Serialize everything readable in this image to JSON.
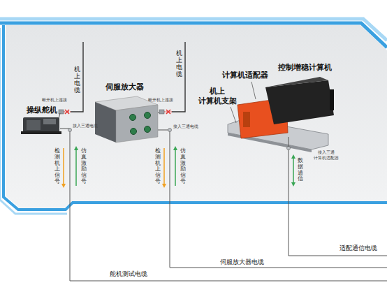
{
  "diagram": {
    "labels": [
      "机上电缆",
      "断开机上连接",
      "操纵舵机",
      "接入三通电缆",
      "检测机上信号",
      "仿真激励信号",
      "伺服放大器",
      "机上电缆",
      "断开机上连接",
      "接入三通电缆",
      "检测机上信号",
      "仿真激励信号",
      "控制增稳计算机",
      "计算机适配器",
      "机上 计算机支架",
      "接入三通 计算机适配器",
      "数据通信",
      "适配通信电缆",
      "伺服放大器电缆",
      "舵机测试电缆"
    ]
  }
}
